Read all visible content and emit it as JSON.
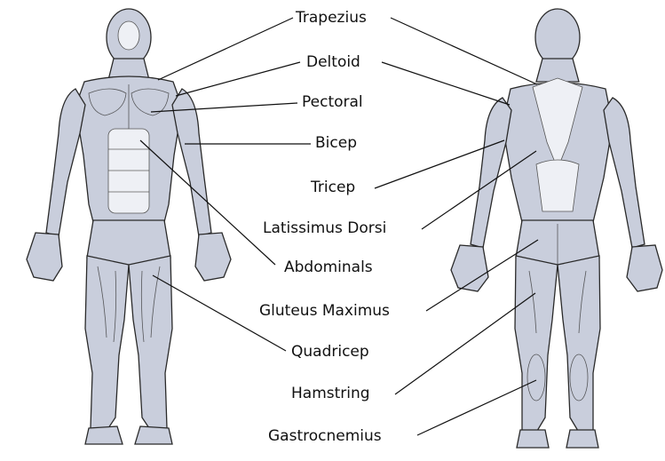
{
  "labels": {
    "trapezius": "Trapezius",
    "deltoid": "Deltoid",
    "pectoral": "Pectoral",
    "bicep": "Bicep",
    "tricep": "Tricep",
    "latissimus_dorsi": "Latissimus Dorsi",
    "abdominals": "Abdominals",
    "gluteus_maximus": "Gluteus Maximus",
    "quadricep": "Quadricep",
    "hamstring": "Hamstring",
    "gastrocnemius": "Gastrocnemius"
  },
  "colors": {
    "muscle_fill": "#c9cedc",
    "outline": "#2a2a2a",
    "text": "#111111"
  }
}
